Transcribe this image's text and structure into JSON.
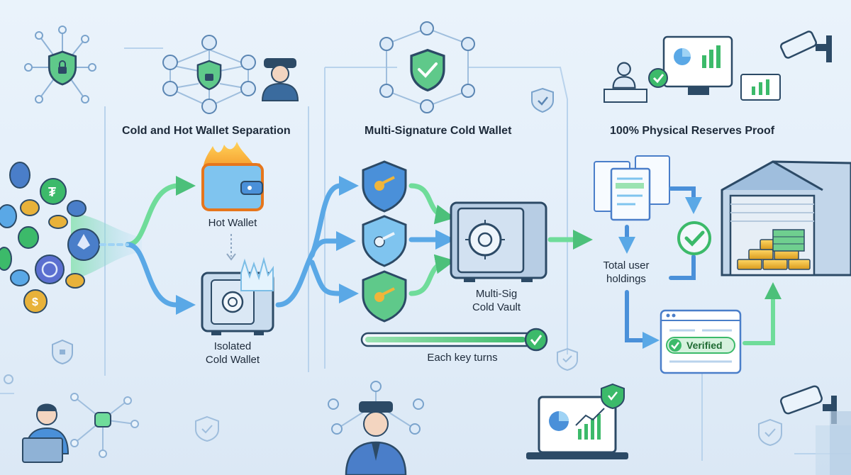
{
  "sections": {
    "cold_hot": {
      "title": "Cold and Hot Wallet Separation"
    },
    "multisig": {
      "title": "Multi-Signature Cold Wallet"
    },
    "reserves": {
      "title": "100% Physical Reserves Proof"
    }
  },
  "labels": {
    "hot_wallet": "Hot Wallet",
    "cold_wallet_line1": "Isolated",
    "cold_wallet_line2": "Cold Wallet",
    "vault_line1": "Multi-Sig",
    "vault_line2": "Cold Vault",
    "key_progress": "Each key turns",
    "holdings_line1": "Total user",
    "holdings_line2": "holdings",
    "verified": "Verified"
  },
  "colors": {
    "accent_blue": "#4a90d9",
    "accent_green": "#3cba6a",
    "outline": "#2c4a66",
    "gold": "#e8b23a"
  }
}
